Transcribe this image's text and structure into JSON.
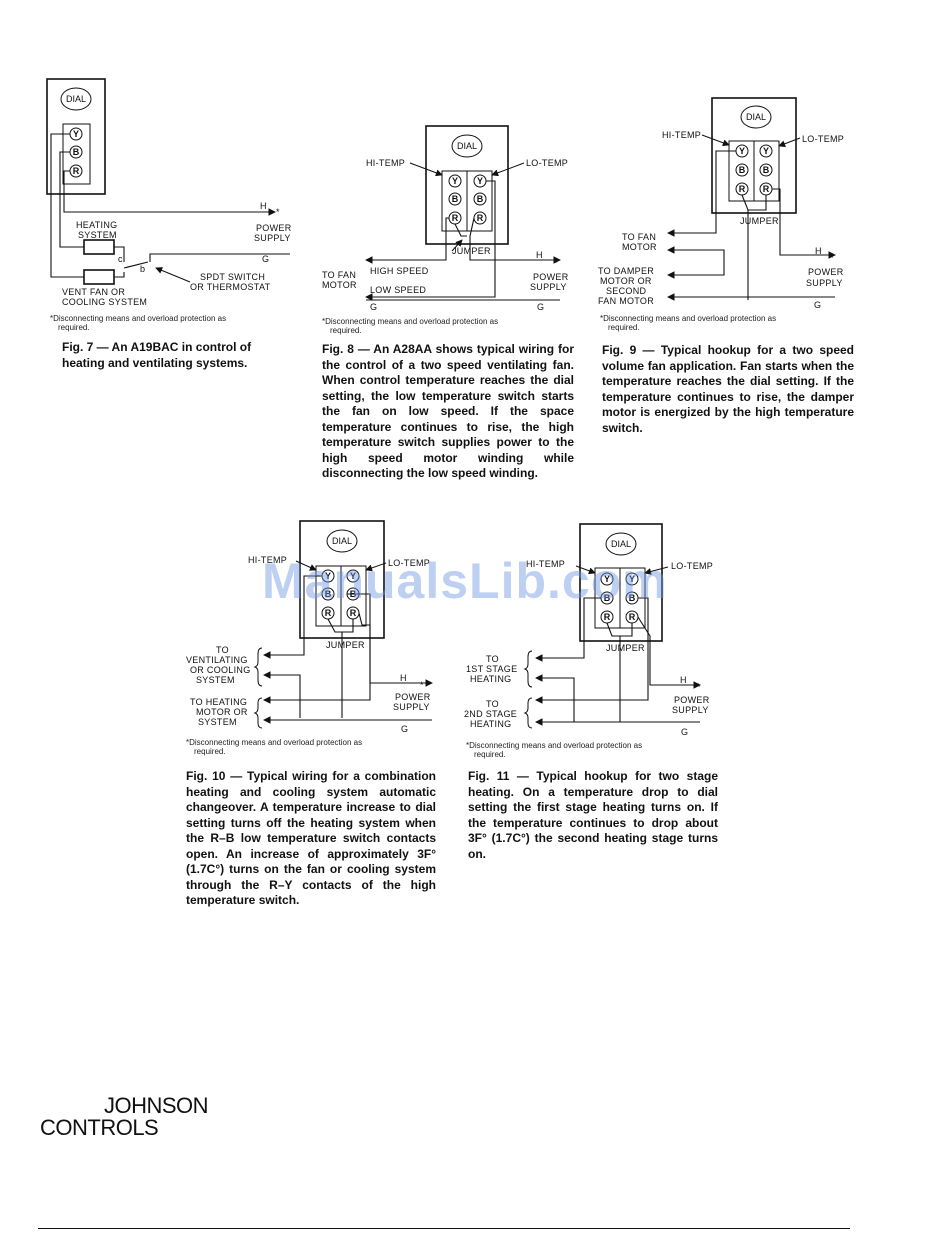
{
  "common": {
    "dial": "DIAL",
    "terminal_y": "Y",
    "terminal_b": "B",
    "terminal_r": "R",
    "hi_temp": "HI-TEMP",
    "lo_temp": "LO-TEMP",
    "jumper": "JUMPER",
    "power": "POWER",
    "supply": "SUPPLY",
    "h": "H",
    "g": "G",
    "asterisk": "*",
    "note_line1": "*Disconnecting means and overload protection as",
    "note_line2": "required."
  },
  "fig7": {
    "heating": "HEATING",
    "system": "SYSTEM",
    "vent_fan_or": "VENT FAN OR",
    "cooling_system": "COOLING SYSTEM",
    "spdt_switch": "SPDT SWITCH",
    "or_thermostat": "OR THERMOSTAT",
    "switch_c": "c",
    "switch_b": "b",
    "caption": "Fig. 7 — An A19BAC in control of heating and ventilating systems."
  },
  "fig8": {
    "high_speed": "HIGH SPEED",
    "low_speed": "LOW SPEED",
    "to_fan": "TO FAN",
    "motor": "MOTOR",
    "caption": "Fig. 8 — An A28AA shows typical wiring for the control of a two speed ventilating fan. When control temperature reaches the dial setting, the low temperature switch starts the fan on low speed. If the space temperature continues to rise, the high temperature switch supplies power to the high speed motor winding while disconnecting the low speed winding."
  },
  "fig9": {
    "to_fan": "TO FAN",
    "motor": "MOTOR",
    "to_damper": "TO DAMPER",
    "motor_or": "MOTOR OR",
    "second": "SECOND",
    "fan_motor": "FAN MOTOR",
    "caption": "Fig. 9 — Typical hookup for a two speed volume fan application. Fan starts when the temperature reaches the dial setting. If the temperature continues to rise, the damper motor is energized by the high temperature switch."
  },
  "fig10": {
    "to": "TO",
    "ventilating": "VENTILATING",
    "or_cooling": "OR COOLING",
    "system": "SYSTEM",
    "to_heating": "TO HEATING",
    "motor_or": "MOTOR OR",
    "caption": "Fig. 10 — Typical wiring for a combination heating and cooling system automatic changeover. A temperature increase to dial setting turns off the heating system when the R–B low temperature switch contacts open. An increase of approximately 3F° (1.7C°) turns on the fan or cooling system through the R–Y contacts of the high temperature switch."
  },
  "fig11": {
    "to": "TO",
    "first_stage": "1ST STAGE",
    "heating": "HEATING",
    "second_stage": "2ND STAGE",
    "caption": "Fig. 11 — Typical hookup for two stage heating. On a temperature drop to dial setting the first stage heating turns on. If the temperature continues to drop about 3F° (1.7C°) the second heating stage turns on."
  },
  "watermark": "ManualsLib.com",
  "logo": {
    "line1": "JOHNSON",
    "line2": "CONTROLS"
  }
}
